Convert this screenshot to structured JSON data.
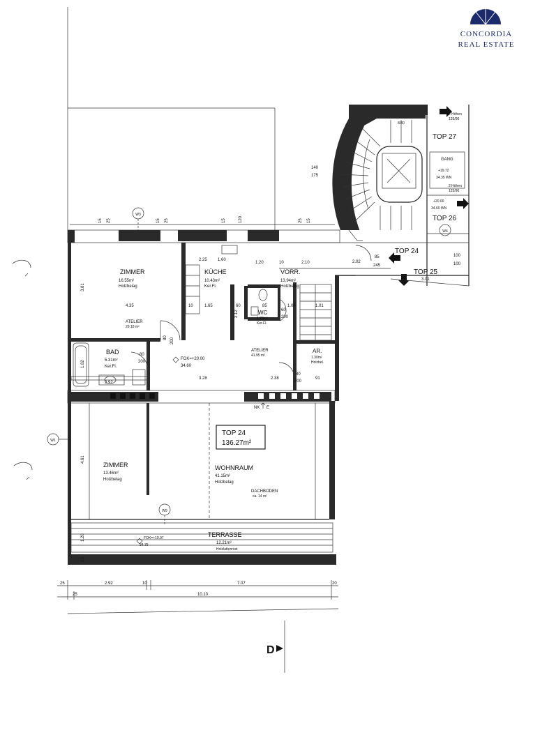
{
  "logo": {
    "line1": "CONCORDIA",
    "line2": "REAL ESTATE",
    "color": "#1b2a6b"
  },
  "unit": {
    "name": "TOP 24",
    "area": "136.27m²"
  },
  "rooms": {
    "zimmer1": {
      "name": "ZIMMER",
      "area": "16.55m²",
      "floor": "Holzbelag"
    },
    "kueche": {
      "name": "KÜCHE",
      "area": "10.43m²",
      "floor": "Ker.Fl."
    },
    "vorr": {
      "name": "VORR.",
      "area": "13.94m²",
      "floor": "Holzbelag"
    },
    "wc": {
      "name": "WC",
      "area": "1.28m²",
      "floor": "Ker.Fl."
    },
    "bad": {
      "name": "BAD",
      "area": "5.31m²",
      "floor": "Ker.Fl."
    },
    "ar": {
      "name": "AR.",
      "area": "1.30m²",
      "floor": "Holzbel."
    },
    "zimmer2": {
      "name": "ZIMMER",
      "area": "13.46m²",
      "floor": "Holzbelag"
    },
    "wohnraum": {
      "name": "WOHNRAUM",
      "area": "41.15m²",
      "floor": "Holzbelag"
    },
    "terrasse": {
      "name": "TERRASSE",
      "area": "12.21m²",
      "floor": "Holzlattenrost"
    },
    "gang": {
      "name": "GANG"
    }
  },
  "annotations": {
    "atelier1": "ATELIER",
    "atelier1_area": "29.18 m²",
    "atelier2": "ATELIER",
    "atelier2_area": "41.95 m²",
    "dachboden": "DACHBODEN",
    "dachboden_area": "ca. 14 m²",
    "fok_main": "FOK=+20.00",
    "fok_main_val": "34.60",
    "fok_ter": "FOK=+19.97",
    "fok_ter_val": "34.75",
    "nk": "NK",
    "nk_e": "E"
  },
  "neighbors": {
    "top24": "TOP 24",
    "top25": "TOP 25",
    "top26": "TOP 26",
    "top27": "TOP 27"
  },
  "stair": {
    "gang_level": "+19.72",
    "gang_wn": "34.35 WN",
    "top26_level": "+20.00",
    "top26_wn": "34.60 WN",
    "h1": "2 Höhen",
    "h1b": "125/90",
    "h2": "2 Höhen",
    "h2b": "125/90",
    "ref": "8/30"
  },
  "axes": {
    "w1": "W1",
    "w3": "W3",
    "w4": "W4",
    "w9": "W9"
  },
  "dims": {
    "top": [
      "15",
      "25",
      "15",
      "25",
      "15",
      "120",
      "25",
      "15"
    ],
    "inner": [
      "2.25",
      "1.60",
      "1.20",
      "10",
      "2.10",
      "2.02",
      "85",
      "245",
      "3.01",
      "100",
      "100"
    ],
    "zimmer1_w": "4.35",
    "zimmer1_h": "3.81",
    "kueche_w": "1.65",
    "wc_w": "60",
    "wc_d": "85",
    "v_08": "10",
    "bad_w": "2.92",
    "bad_h": "1.82",
    "h_328": "3.28",
    "h_238": "2.38",
    "door1": "80",
    "door1b": "200",
    "door2": "80",
    "door2b": "200",
    "door3": "80",
    "door3b": "200",
    "wc_door": "60",
    "wc_doorb": "200",
    "wc_108": "1.08",
    "v_101": "1.01",
    "v_091": "91",
    "z2_h": "4.61",
    "ter_h": "1.20",
    "ter_bot": "10",
    "stair_140": "140",
    "stair_175": "175",
    "v_212": "2.12",
    "bottom1": [
      "25",
      "2.92",
      "10",
      "7.07",
      "20"
    ],
    "bottom2": [
      "25",
      "10.10"
    ]
  }
}
